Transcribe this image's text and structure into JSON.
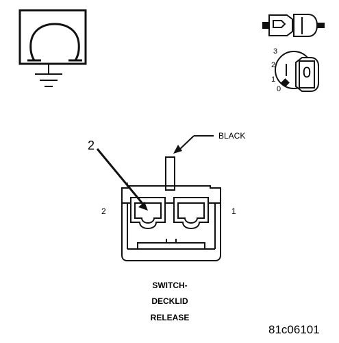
{
  "diagram": {
    "ohmmeter_icon": "ohm-meter-icon",
    "ignition_key_icon": "ignition-key-icon",
    "connector_icon": "connector-icon",
    "key_positions": [
      "3",
      "2",
      "1",
      "0"
    ],
    "key_label": "0",
    "wire_label": "BLACK",
    "callout_number": "2",
    "pin_left": "2",
    "pin_right": "1",
    "pin_top_small": "1",
    "title_lines": [
      "SWITCH-",
      "DECKLID",
      "RELEASE"
    ],
    "figure_id": "81c06101"
  }
}
